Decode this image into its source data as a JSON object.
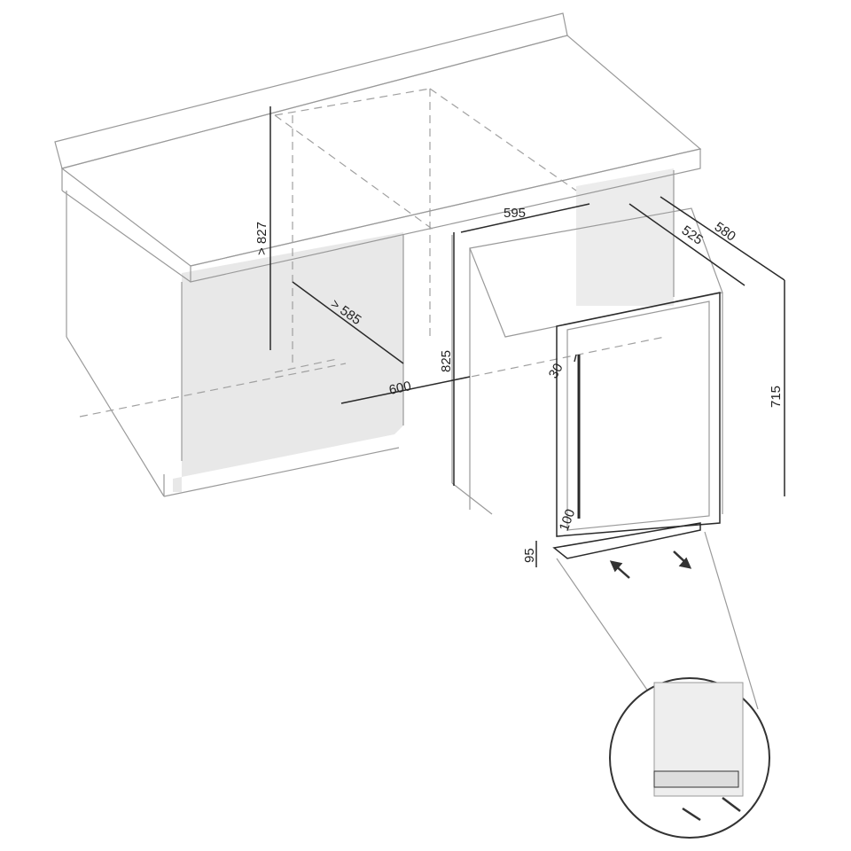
{
  "dimensions": {
    "niche_height": "> 827",
    "niche_depth": "> 585",
    "niche_width": "600",
    "appliance_height": "825",
    "appliance_width": "595",
    "body_depth": "525",
    "total_depth": "580",
    "door_height": "715",
    "door_gap": "30",
    "plinth_offset": "100",
    "plinth_height": "95"
  },
  "colors": {
    "line": "#9a9a9a",
    "shade": "#e6e6e6",
    "dim": "#2a2a2a"
  }
}
